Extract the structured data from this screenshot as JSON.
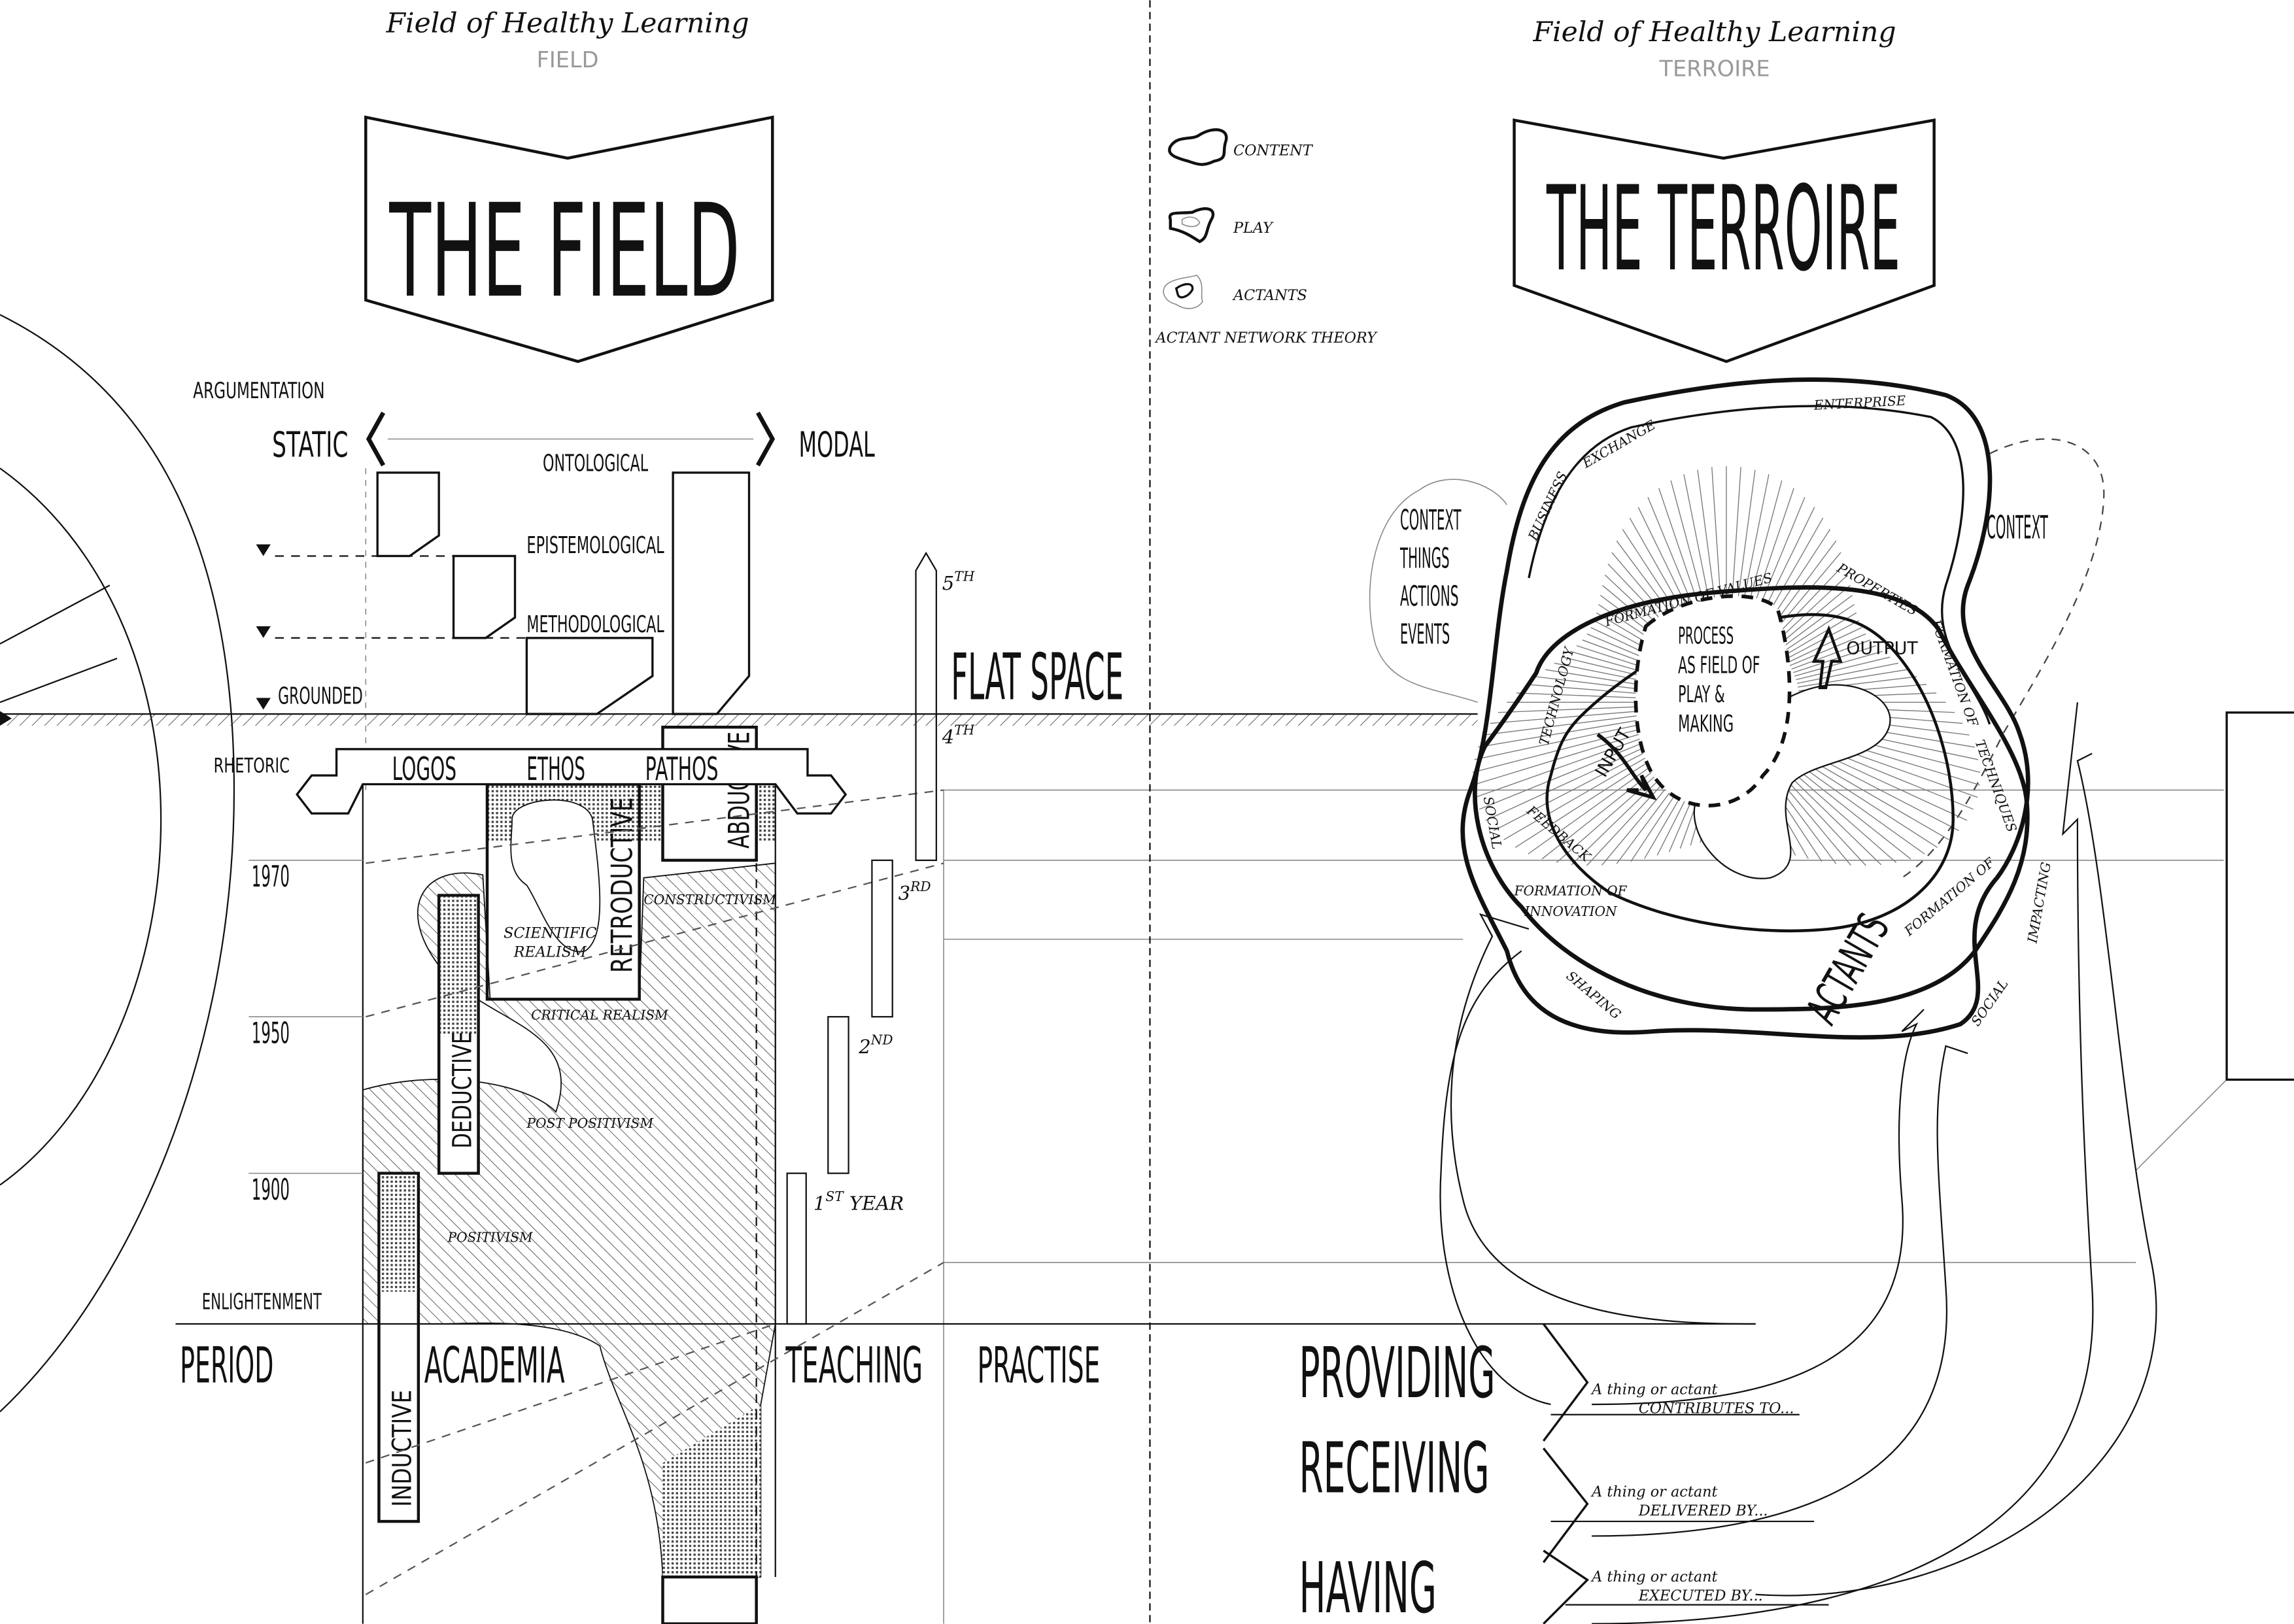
{
  "left": {
    "header": "Field of Healthy Learning",
    "subheader": "FIELD",
    "banner": "THE FIELD",
    "argumentation": "ARGUMENTATION",
    "static": "STATIC",
    "modal": "MODAL",
    "ontological": "ONTOLOGICAL",
    "epistemological": "EPISTEMOLOGICAL",
    "methodological": "METHODOLOGICAL",
    "grounded": "GROUNDED",
    "rhetoric": "RHETORIC",
    "logos": "LOGOS",
    "ethos": "ETHOS",
    "pathos": "PATHOS",
    "abductive": "ABDUCTIVE",
    "retroductive": "RETRODUCTIVE",
    "deductive": "DEDUCTIVE",
    "inductive": "INDUCTIVE",
    "scientific_realism": [
      "SCIENTIFIC",
      "REALISM"
    ],
    "constructivism": "CONSTRUCTIVISM",
    "critical_realism": "CRITICAL REALISM",
    "post_positivism": "POST POSITIVISM",
    "positivism": "POSITIVISM",
    "years": [
      "1970",
      "1950",
      "1900"
    ],
    "enlightenment": "ENLIGHTENMENT",
    "columns": [
      "PERIOD",
      "ACADEMIA",
      "TEACHING",
      "PRACTISE"
    ],
    "study_years": [
      {
        "num": "1",
        "sup": "ST",
        "suffix": " YEAR"
      },
      {
        "num": "2",
        "sup": "ND",
        "suffix": ""
      },
      {
        "num": "3",
        "sup": "RD",
        "suffix": ""
      },
      {
        "num": "4",
        "sup": "TH",
        "suffix": ""
      },
      {
        "num": "5",
        "sup": "TH",
        "suffix": ""
      }
    ],
    "flat_space": "FLAT SPACE"
  },
  "right": {
    "header": "Field of Healthy Learning",
    "subheader": "TERROIRE",
    "banner": "THE TERROIRE",
    "legend": {
      "content": "CONTENT",
      "play": "PLAY",
      "actants": "ACTANTS",
      "caption": "ACTANT NETWORK THEORY"
    },
    "context_left": [
      "CONTEXT",
      "THINGS",
      "ACTIONS",
      "EVENTS"
    ],
    "context_right": "CONTEXT",
    "ring_labels": {
      "business": "BUSINESS",
      "exchange": "EXCHANGE",
      "enterprise": "ENTERPRISE",
      "technology": "TECHNOLOGY",
      "formation_values": "FORMATION OF VALUES",
      "properties": "PROPERTIES",
      "output": "OUTPUT",
      "input": "INPUT",
      "feedback": "FEEDBACK",
      "social_left": "SOCIAL",
      "formation_innovation": [
        "FORMATION OF",
        "INNOVATION"
      ],
      "shaping": "SHAPING",
      "formation_techniques": [
        "FORMATION OF",
        "TECHNIQUES"
      ],
      "impacting": "IMPACTING",
      "social_right": "SOCIAL",
      "formation_of": "FORMATION OF",
      "actants": "ACTANTS"
    },
    "process": [
      "PROCESS",
      "AS FIELD OF",
      "PLAY &",
      "MAKING"
    ],
    "relations": [
      {
        "verb": "PROVIDING",
        "lead": "A thing or actant",
        "tail": "CONTRIBUTES TO..."
      },
      {
        "verb": "RECEIVING",
        "lead": "A thing or actant",
        "tail": "DELIVERED BY..."
      },
      {
        "verb": "HAVING",
        "lead": "A thing or actant",
        "tail": "EXECUTED BY..."
      }
    ]
  }
}
